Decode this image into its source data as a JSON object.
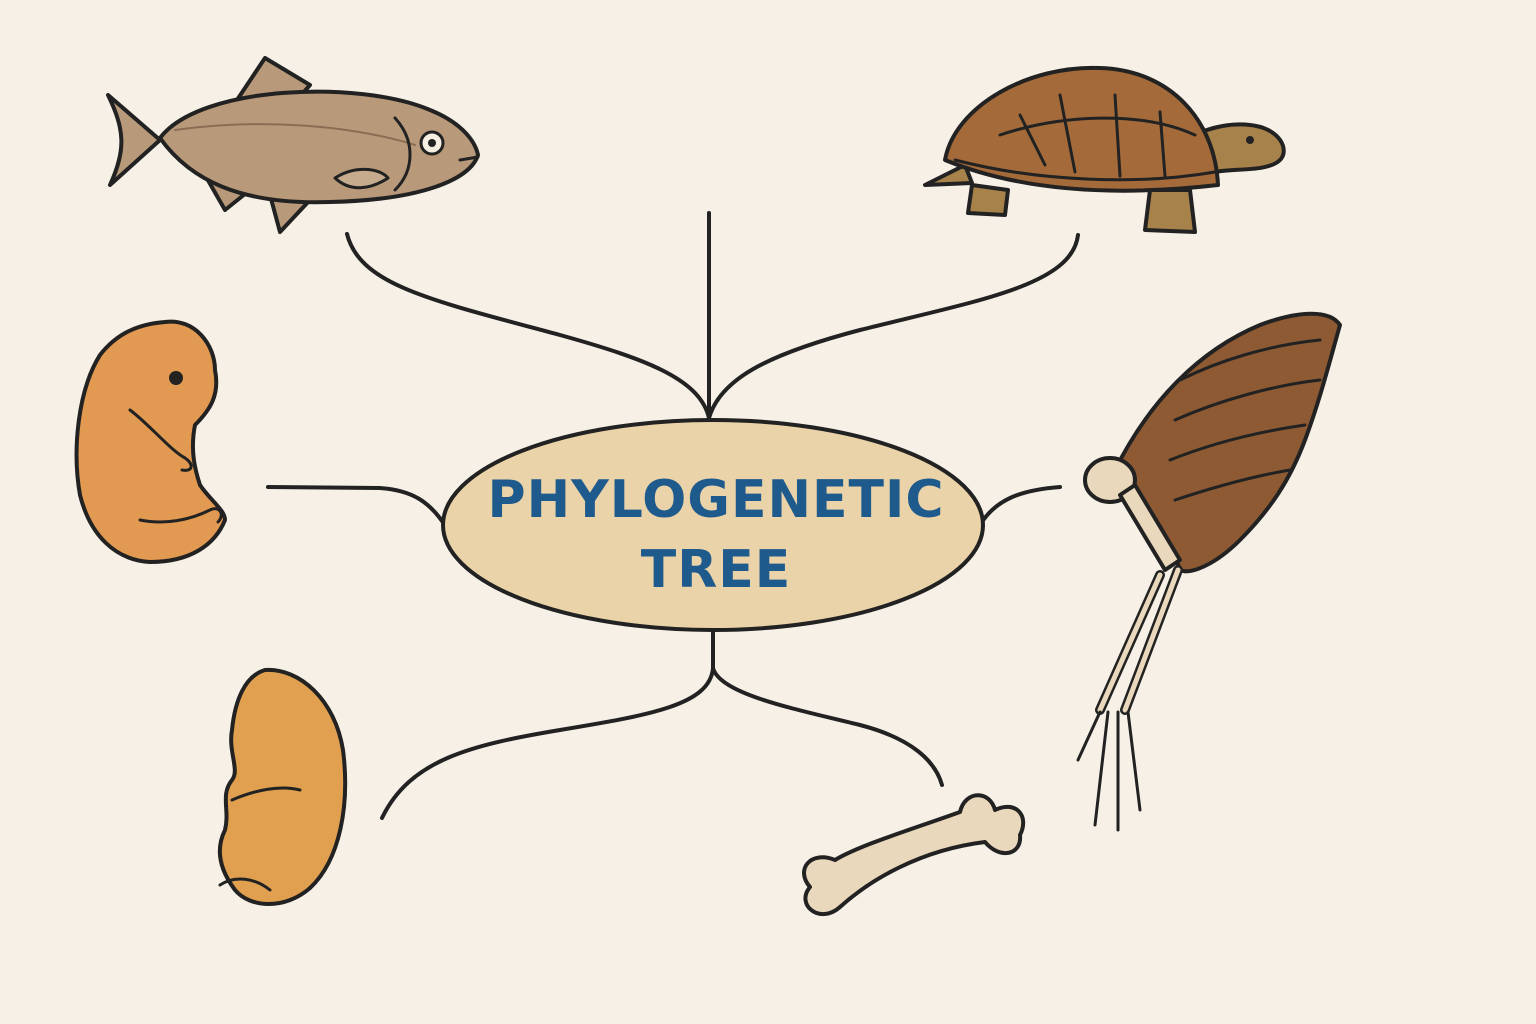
{
  "diagram": {
    "title_line_1": "PHYLOGENETIC",
    "title_line_2": "TREE",
    "nodes": [
      {
        "name": "fish",
        "icon": "fish-icon"
      },
      {
        "name": "turtle",
        "icon": "turtle-icon"
      },
      {
        "name": "embryo-upper",
        "icon": "embryo-icon"
      },
      {
        "name": "bird-wing-skeleton",
        "icon": "wing-skeleton-icon"
      },
      {
        "name": "embryo-lower",
        "icon": "embryo-icon"
      },
      {
        "name": "bone",
        "icon": "bone-icon"
      }
    ]
  },
  "colors": {
    "background": "#f6f0e6",
    "outline": "#222222",
    "title_text": "#1f5a8c",
    "center_fill": "#ead3a8",
    "fish_body": "#b89a7a",
    "turtle_shell": "#a46a3a",
    "turtle_skin": "#a7834b",
    "embryo": "#e29a52",
    "wing_feathers": "#8e5a33",
    "bone": "#ead8bc"
  }
}
